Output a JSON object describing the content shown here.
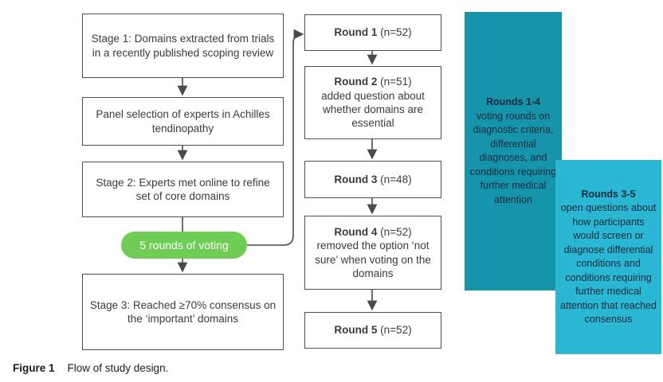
{
  "figure": {
    "caption_label": "Figure 1",
    "caption_text": "Flow of study design."
  },
  "left_column": {
    "stage1": "Stage 1: Domains extracted from trials in a recently published scoping review",
    "panel": "Panel selection of experts in Achilles tendinopathy",
    "stage2": "Stage 2: Experts met online to refine set of core domains",
    "voting_pill": "5 rounds of voting",
    "stage3": "Stage 3: Reached ≥70% consensus on the ‘important’ domains"
  },
  "rounds": [
    {
      "bold": "Round 1",
      "rest": "(n=52)",
      "detail": ""
    },
    {
      "bold": "Round 2",
      "rest": "(n=51)",
      "detail": "added question about whether domains are essential"
    },
    {
      "bold": "Round 3",
      "rest": "(n=48)",
      "detail": ""
    },
    {
      "bold": "Round 4",
      "rest": "(n=52)",
      "detail": "removed the option ‘not sure’ when voting on the domains"
    },
    {
      "bold": "Round 5",
      "rest": "(n=52)",
      "detail": ""
    }
  ],
  "annotations": {
    "rounds_1_4": {
      "title": "Rounds 1-4",
      "body": "voting rounds on diagnostic criteria, differential diagnoses, and conditions requiring further medical attention"
    },
    "rounds_3_5": {
      "title": "Rounds 3-5",
      "body": "open questions about how participants would screen or diagnose differential conditions and conditions requiring further medical attention that reached consensus"
    }
  },
  "colors": {
    "teal_dark": "#1694ab",
    "teal_light": "#29b7d4",
    "green": "#6fcd56",
    "line": "#4a4a4a"
  }
}
